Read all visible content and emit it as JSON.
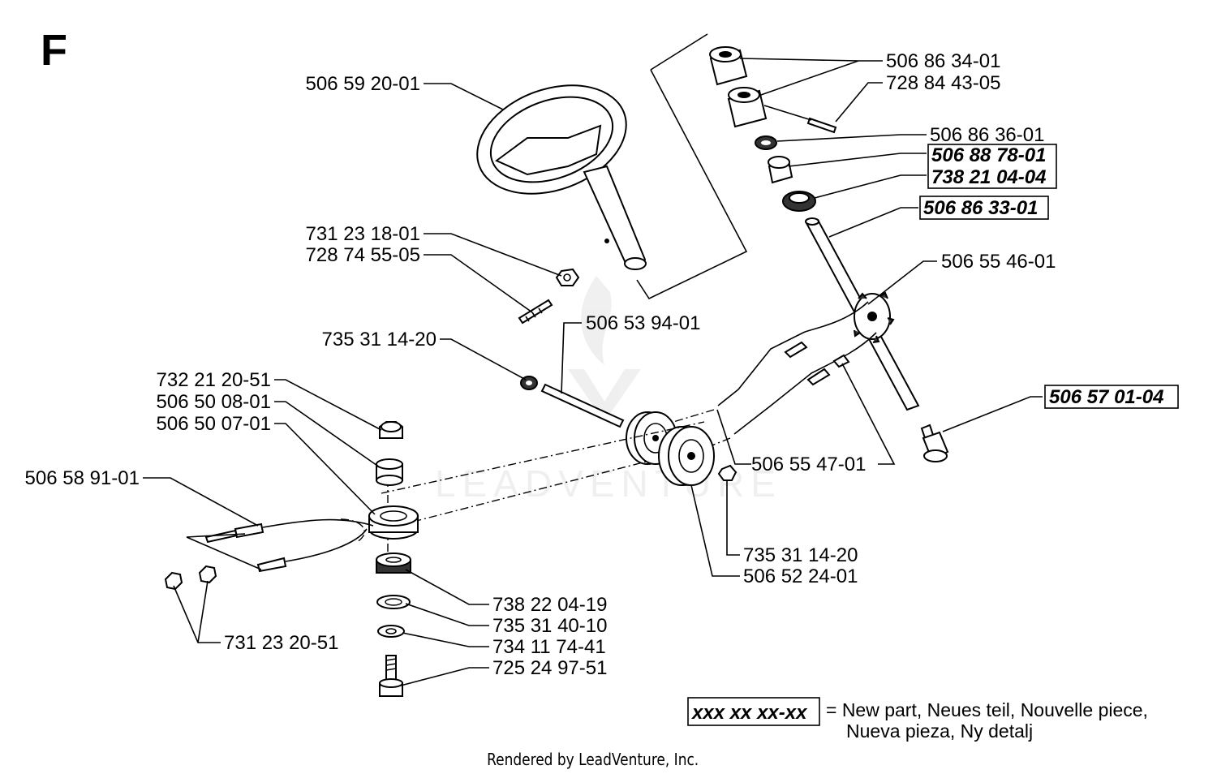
{
  "sheet_letter": "F",
  "callouts": [
    {
      "id": "c1",
      "text": "506 59 20-01",
      "is_new": false
    },
    {
      "id": "c2",
      "text": "731 23 18-01",
      "is_new": false
    },
    {
      "id": "c3",
      "text": "728 74 55-05",
      "is_new": false
    },
    {
      "id": "c4",
      "text": "506 86 34-01",
      "is_new": false
    },
    {
      "id": "c5",
      "text": "728 84 43-05",
      "is_new": false
    },
    {
      "id": "c6",
      "text": "506 86 36-01",
      "is_new": false
    },
    {
      "id": "c7",
      "text": "506 88 78-01",
      "is_new": true
    },
    {
      "id": "c8",
      "text": "738 21 04-04",
      "is_new": true
    },
    {
      "id": "c9",
      "text": "506 86 33-01",
      "is_new": true
    },
    {
      "id": "c10",
      "text": "506 55 46-01",
      "is_new": false
    },
    {
      "id": "c11",
      "text": "735 31 14-20",
      "is_new": false
    },
    {
      "id": "c12",
      "text": "506 53 94-01",
      "is_new": false
    },
    {
      "id": "c13",
      "text": "732 21 20-51",
      "is_new": false
    },
    {
      "id": "c14",
      "text": "506 50 08-01",
      "is_new": false
    },
    {
      "id": "c15",
      "text": "506 50 07-01",
      "is_new": false
    },
    {
      "id": "c16",
      "text": "506 58 91-01",
      "is_new": false
    },
    {
      "id": "c17",
      "text": "506 57 01-04",
      "is_new": true
    },
    {
      "id": "c18",
      "text": "506 55 47-01",
      "is_new": false
    },
    {
      "id": "c19",
      "text": "735 31 14-20",
      "is_new": false
    },
    {
      "id": "c20",
      "text": "506 52 24-01",
      "is_new": false
    },
    {
      "id": "c21",
      "text": "738 22 04-19",
      "is_new": false
    },
    {
      "id": "c22",
      "text": "735 31 40-10",
      "is_new": false
    },
    {
      "id": "c23",
      "text": "734 11 74-41",
      "is_new": false
    },
    {
      "id": "c24",
      "text": "725 24 97-51",
      "is_new": false
    },
    {
      "id": "c25",
      "text": "731 23 20-51",
      "is_new": false
    }
  ],
  "legend": {
    "sample": "xxx xx xx-xx",
    "line1": "= New part, Neues teil, Nouvelle piece,",
    "line2": "Nueva pieza, Ny detalj"
  },
  "watermark": "LEADVENTURE",
  "footer": "Rendered by LeadVenture, Inc."
}
